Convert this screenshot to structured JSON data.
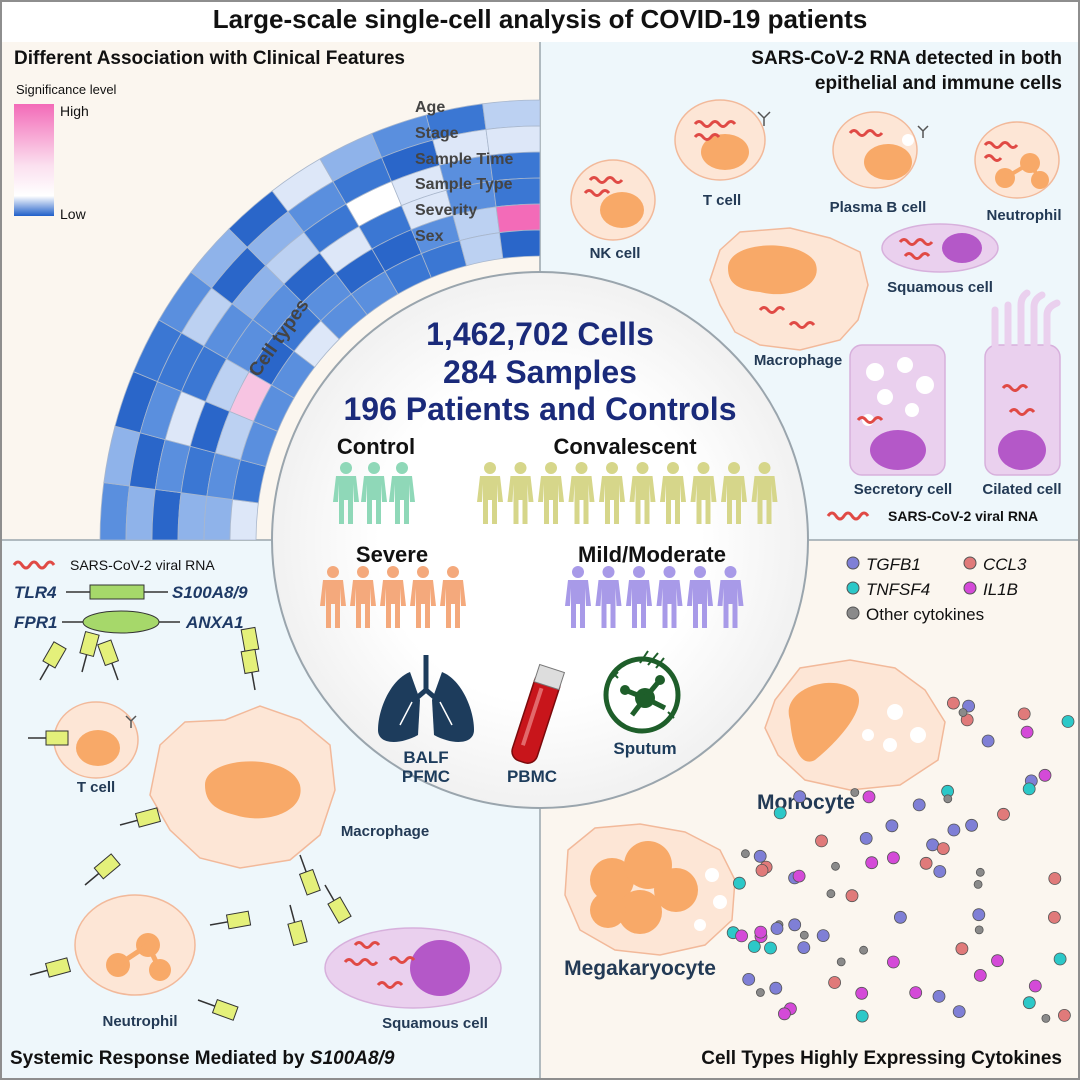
{
  "title": "Large-scale single-cell analysis of COVID-19 patients",
  "palette": {
    "heat_high": "#f36bb8",
    "heat_low": "#1f5fc9",
    "control": "#8fd8b8",
    "convalescent": "#d6d68a",
    "severe": "#f4a97c",
    "mild_moderate": "#a89ae8",
    "cell_fill": "#fde6d6",
    "nucleus": "#f8a968",
    "nucleus_purple": "#b458c8",
    "rna": "#e04a45",
    "tgfb1": "#7f7fd6",
    "ccl3": "#e07a7a",
    "tnfsf4": "#2cc8c8",
    "il1b": "#d44ad8",
    "other": "#8a8a8a"
  },
  "icons": [
    "lung-icon",
    "blood-tube-icon",
    "sputum-icon",
    "rna-wave-icon",
    "receptor-icon"
  ],
  "quadrant_tl": {
    "title": "Different Association with Clinical Features",
    "legend_title": "Significance level",
    "legend_high": "High",
    "legend_low": "Low",
    "ring_labels": [
      "Age",
      "Stage",
      "Sample Time",
      "Sample Type",
      "Severity",
      "Sex"
    ],
    "axis_label": "Cell types"
  },
  "quadrant_tr": {
    "title_line1": "SARS-CoV-2 RNA detected in both",
    "title_line2": "epithelial and immune cells",
    "cells": {
      "nk": "NK cell",
      "t": "T cell",
      "plasma_b": "Plasma B cell",
      "neutrophil": "Neutrophil",
      "squamous": "Squamous cell",
      "macrophage": "Macrophage",
      "secretory": "Secretory cell",
      "ciliated": "Cilated cell"
    },
    "rna_legend": "SARS-CoV-2 viral RNA"
  },
  "center": {
    "line1": "1,462,702 Cells",
    "line2": "284 Samples",
    "line3": "196 Patients and Controls",
    "groups": {
      "control": "Control",
      "convalescent": "Convalescent",
      "severe": "Severe",
      "mild": "Mild/Moderate"
    },
    "group_counts": {
      "control": 3,
      "convalescent": 10,
      "severe": 5,
      "mild": 6
    },
    "samples": {
      "balf": "BALF",
      "pfmc": "PFMC",
      "pbmc": "PBMC",
      "sputum": "Sputum"
    }
  },
  "quadrant_bl": {
    "title_prefix": "Systemic Response Mediated by ",
    "title_gene": "S100A8/9",
    "rna_legend": "SARS-CoV-2 viral RNA",
    "genes": {
      "tlr4": "TLR4",
      "s100a89": "S100A8/9",
      "fpr1": "FPR1",
      "anxa1": "ANXA1"
    },
    "cells": {
      "t": "T cell",
      "macrophage": "Macrophage",
      "neutrophil": "Neutrophil",
      "squamous": "Squamous cell"
    }
  },
  "quadrant_br": {
    "title": "Cell Types Highly Expressing Cytokines",
    "legend": {
      "tgfb1": "TGFB1",
      "ccl3": "CCL3",
      "tnfsf4": "TNFSF4",
      "il1b": "IL1B",
      "other": "Other cytokines"
    },
    "cells": {
      "monocyte": "Monocyte",
      "megakaryocyte": "Megakaryocyte"
    }
  }
}
